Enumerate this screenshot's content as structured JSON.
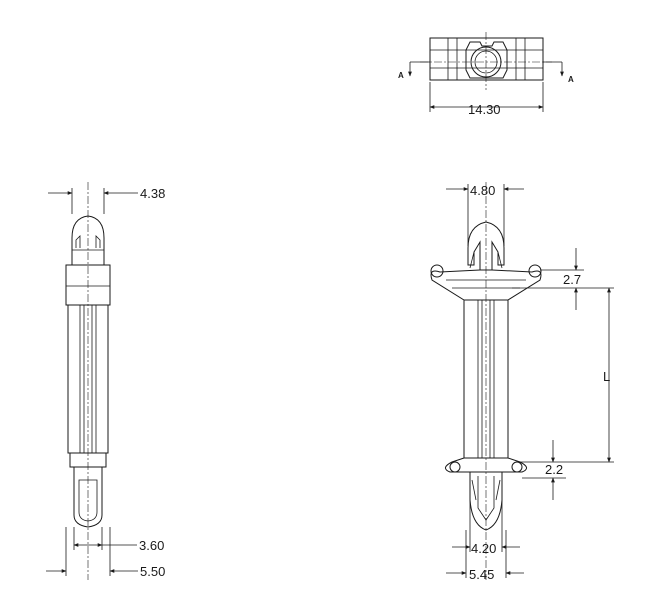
{
  "section_marks": {
    "left": "A",
    "right": "A"
  },
  "top_view": {
    "width_label": "14.30"
  },
  "side_view": {
    "top_diameter_label": "4.38",
    "bottom_tip_label": "3.60",
    "bottom_overall_label": "5.50"
  },
  "front_view": {
    "top_head_label": "4.80",
    "upper_flange_label": "2.7",
    "length_label": "L",
    "lower_flange_label": "2.2",
    "bottom_tip_label": "4.20",
    "bottom_overall_label": "5.45"
  }
}
